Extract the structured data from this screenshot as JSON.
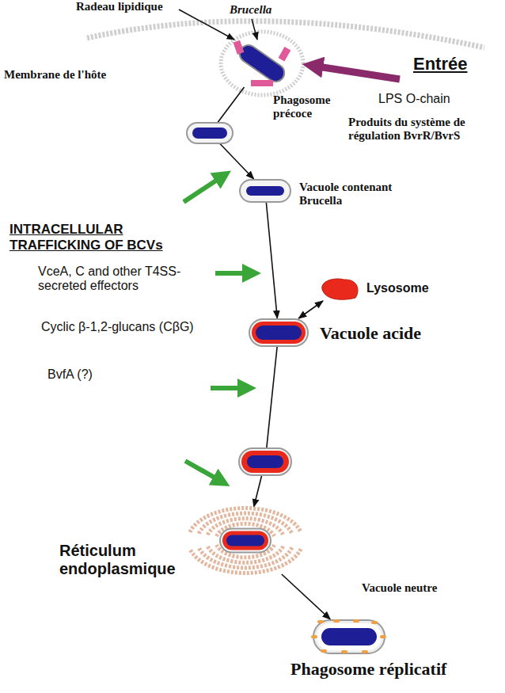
{
  "diagram": {
    "nodes": [
      {
        "text": [
          "Phagosome précoce"
        ]
      },
      {
        "text": [
          "Vacuole contenant Brucella"
        ]
      },
      {
        "text": [
          "Lysosome"
        ]
      },
      {
        "text": [
          "Vacuole acide"
        ]
      },
      {
        "text": [
          "Réticulum endoplasmique"
        ]
      },
      {
        "text": [
          "Vacuole neutre",
          "Phagosome réplicatif"
        ]
      }
    ],
    "edges": [
      {
        "from": 0,
        "to": 1,
        "arrow": "to"
      },
      {
        "from": 1,
        "to": 3,
        "arrow": "to"
      },
      {
        "from": 2,
        "to": 3,
        "arrow": "both"
      },
      {
        "from": 3,
        "to": 4,
        "arrow": "to"
      },
      {
        "from": 4,
        "to": 5,
        "arrow": "to"
      }
    ],
    "labels": [
      "Radeau lipidique",
      "Brucella",
      "Membrane de l'hôte",
      "Entrée",
      "LPS O-chain",
      "Produits du système de régulation BvrR/BvrS",
      "INTRACELLULAR TRAFFICKING OF BCVs",
      "VceA, C and other T4SS-secreted effectors",
      "Cyclic β-1,2-glucans (CβG)",
      "BvfA (?)"
    ]
  }
}
